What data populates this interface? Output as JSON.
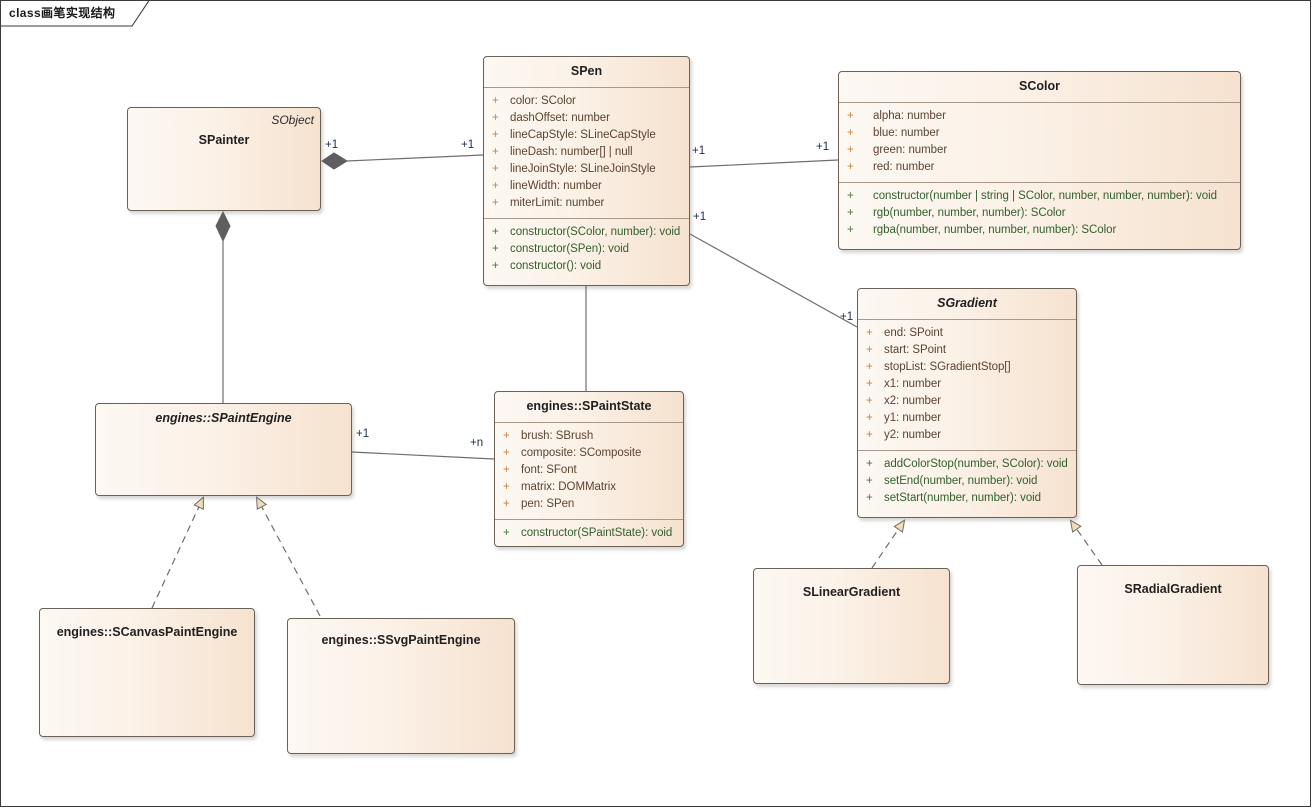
{
  "frame": {
    "title": "class画笔实现结构"
  },
  "classes": {
    "spainter": {
      "name": "SPainter",
      "stereotype": "SObject",
      "abstract": false
    },
    "spen": {
      "name": "SPen",
      "abstract": false,
      "attributes": [
        {
          "vis": "+",
          "text": "color: SColor"
        },
        {
          "vis": "+",
          "text": "dashOffset: number"
        },
        {
          "vis": "+",
          "text": "lineCapStyle: SLineCapStyle"
        },
        {
          "vis": "+",
          "text": "lineDash: number[] | null"
        },
        {
          "vis": "+",
          "text": "lineJoinStyle: SLineJoinStyle"
        },
        {
          "vis": "+",
          "text": "lineWidth: number"
        },
        {
          "vis": "+",
          "text": "miterLimit: number"
        }
      ],
      "operations": [
        {
          "vis": "+",
          "text": "constructor(SColor, number): void"
        },
        {
          "vis": "+",
          "text": "constructor(SPen): void"
        },
        {
          "vis": "+",
          "text": "constructor(): void"
        }
      ]
    },
    "scolor": {
      "name": "SColor",
      "abstract": false,
      "attributes": [
        {
          "vis": "+",
          "text": "alpha: number"
        },
        {
          "vis": "+",
          "text": "blue: number"
        },
        {
          "vis": "+",
          "text": "green: number"
        },
        {
          "vis": "+",
          "text": "red: number"
        }
      ],
      "operations": [
        {
          "vis": "+",
          "text": "constructor(number | string | SColor, number, number, number): void"
        },
        {
          "vis": "+",
          "text": "rgb(number, number, number): SColor"
        },
        {
          "vis": "+",
          "text": "rgba(number, number, number, number): SColor"
        }
      ]
    },
    "sgradient": {
      "name": "SGradient",
      "abstract": true,
      "attributes": [
        {
          "vis": "+",
          "text": "end: SPoint"
        },
        {
          "vis": "+",
          "text": "start: SPoint"
        },
        {
          "vis": "+",
          "text": "stopList: SGradientStop[]"
        },
        {
          "vis": "+",
          "text": "x1: number"
        },
        {
          "vis": "+",
          "text": "x2: number"
        },
        {
          "vis": "+",
          "text": "y1: number"
        },
        {
          "vis": "+",
          "text": "y2: number"
        }
      ],
      "operations": [
        {
          "vis": "+",
          "text": "addColorStop(number, SColor): void"
        },
        {
          "vis": "+",
          "text": "setEnd(number, number): void"
        },
        {
          "vis": "+",
          "text": "setStart(number, number): void"
        }
      ]
    },
    "spaintengine": {
      "name": "engines::SPaintEngine",
      "abstract": true
    },
    "spaintstate": {
      "name": "engines::SPaintState",
      "abstract": false,
      "attributes": [
        {
          "vis": "+",
          "text": "brush: SBrush"
        },
        {
          "vis": "+",
          "text": "composite: SComposite"
        },
        {
          "vis": "+",
          "text": "font: SFont"
        },
        {
          "vis": "+",
          "text": "matrix: DOMMatrix"
        },
        {
          "vis": "+",
          "text": "pen: SPen"
        }
      ],
      "operations": [
        {
          "vis": "+",
          "text": "constructor(SPaintState): void"
        }
      ]
    },
    "scanvaspaintengine": {
      "name": "engines::SCanvasPaintEngine",
      "abstract": false
    },
    "ssvgpaintengine": {
      "name": "engines::SSvgPaintEngine",
      "abstract": false
    },
    "slineargradient": {
      "name": "SLinearGradient",
      "abstract": false
    },
    "sradialgradient": {
      "name": "SRadialGradient",
      "abstract": false
    }
  },
  "multiplicities": {
    "painter_to_pen_src": "+1",
    "painter_to_pen_tgt": "+1",
    "pen_to_color_src": "+1",
    "pen_to_color_tgt": "+1",
    "pen_to_gradient_src": "+1",
    "pen_to_gradient_tgt": "+1",
    "engine_to_state_src": "+1",
    "engine_to_state_tgt": "+n"
  },
  "colors": {
    "box_fill_light": "#fdf8f3",
    "box_fill_dark": "#f6e2cf",
    "box_border": "#6b6257",
    "attribute_text": "#5c4432",
    "operation_text": "#33602f",
    "visibility_attr": "#c8833c",
    "visibility_op": "#3f7a3f",
    "connector_line": "#6e6e6e",
    "diamond_fill": "#5f5f5f",
    "arrow_fill": "#f3ddb8",
    "multiplicity_text": "#1a2d4d"
  }
}
